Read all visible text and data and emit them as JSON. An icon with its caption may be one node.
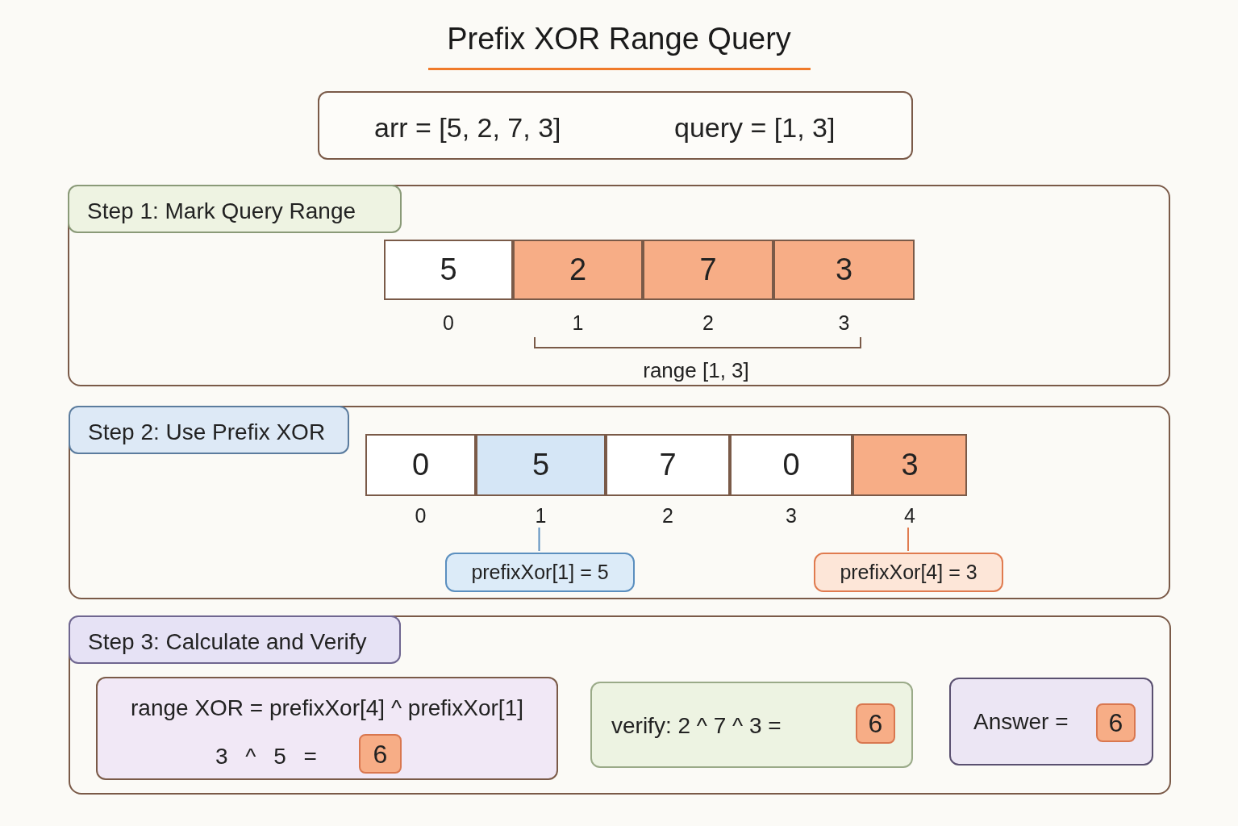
{
  "diagram": {
    "title": "Prefix XOR Range Query",
    "nodes": [
      {
        "text": [
          "arr = [5, 2, 7, 3]",
          "query = [1, 3]"
        ]
      },
      {
        "text": [
          "Step 1: Mark Query Range"
        ]
      },
      {
        "text": [
          "5"
        ],
        "in": 1,
        "beside": [
          "0"
        ]
      },
      {
        "text": [
          "2"
        ],
        "in": 1,
        "beside": [
          "1"
        ]
      },
      {
        "text": [
          "7"
        ],
        "in": 1,
        "beside": [
          "2"
        ]
      },
      {
        "text": [
          "3"
        ],
        "in": 1,
        "beside": [
          "3"
        ]
      },
      {
        "text": [
          "Step 2: Use Prefix XOR"
        ]
      },
      {
        "text": [
          "0"
        ],
        "in": 6,
        "beside": [
          "0"
        ]
      },
      {
        "text": [
          "5"
        ],
        "in": 6,
        "beside": [
          "1"
        ]
      },
      {
        "text": [
          "7"
        ],
        "in": 6,
        "beside": [
          "2"
        ]
      },
      {
        "text": [
          "0"
        ],
        "in": 6,
        "beside": [
          "3"
        ]
      },
      {
        "text": [
          "3"
        ],
        "in": 6,
        "beside": [
          "4"
        ]
      },
      {
        "text": [
          "prefixXor[1] = 5"
        ],
        "in": 6
      },
      {
        "text": [
          "prefixXor[4] = 3"
        ],
        "in": 6
      },
      {
        "text": [
          "Step 3: Calculate and Verify"
        ]
      },
      {
        "text": [
          "range XOR = prefixXor[4] ^ prefixXor[1]",
          "3 ^ 5 ="
        ],
        "in": 14
      },
      {
        "text": [
          "6"
        ],
        "in": 15
      },
      {
        "text": [
          "verify: 2 ^ 7 ^ 3 ="
        ],
        "in": 14
      },
      {
        "text": [
          "6"
        ],
        "in": 17
      },
      {
        "text": [
          "Answer ="
        ],
        "in": 14
      },
      {
        "text": [
          "6"
        ],
        "in": 19
      }
    ],
    "edges": [
      {
        "from": 8,
        "to": 12,
        "arrow": "none",
        "color": "#5b8fbf"
      },
      {
        "from": 11,
        "to": 13,
        "arrow": "none",
        "color": "#e07b4f"
      }
    ],
    "labels": [
      "range [1, 3]"
    ]
  }
}
